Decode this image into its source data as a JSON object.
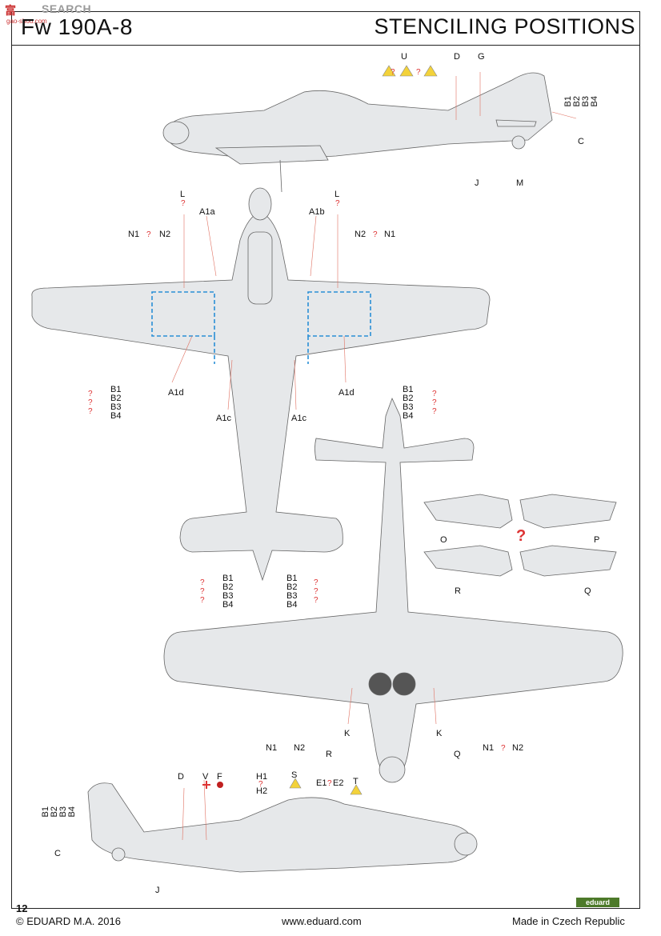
{
  "header": {
    "model": "Fw 190A-8",
    "title": "STENCILING POSITIONS"
  },
  "watermark": {
    "logo_text": "富",
    "brand": "SEARCH",
    "sub": "gao-shou.com"
  },
  "labels": {
    "U": "U",
    "D": "D",
    "G": "G",
    "J": "J",
    "M": "M",
    "C": "C",
    "B1": "B1",
    "B2": "B2",
    "B3": "B3",
    "B4": "B4",
    "L": "L",
    "N1": "N1",
    "N2": "N2",
    "A1a": "A1a",
    "A1b": "A1b",
    "A1c": "A1c",
    "A1d": "A1d",
    "K": "K",
    "R": "R",
    "Q": "Q",
    "O": "O",
    "P": "P",
    "V": "V",
    "F": "F",
    "H1": "H1",
    "H2": "H2",
    "S": "S",
    "E1": "E1",
    "E2": "E2",
    "T": "T",
    "question": "?"
  },
  "footer": {
    "page": "12",
    "copyright": "© EDUARD  M.A. 2016",
    "website": "www.eduard.com",
    "made_in": "Made in Czech Republic",
    "logo": "eduard"
  },
  "colors": {
    "aircraft_fill": "#e6e8ea",
    "stencil_blue": "#2a8fd6",
    "question_red": "#d33333",
    "stroke": "#666666"
  }
}
